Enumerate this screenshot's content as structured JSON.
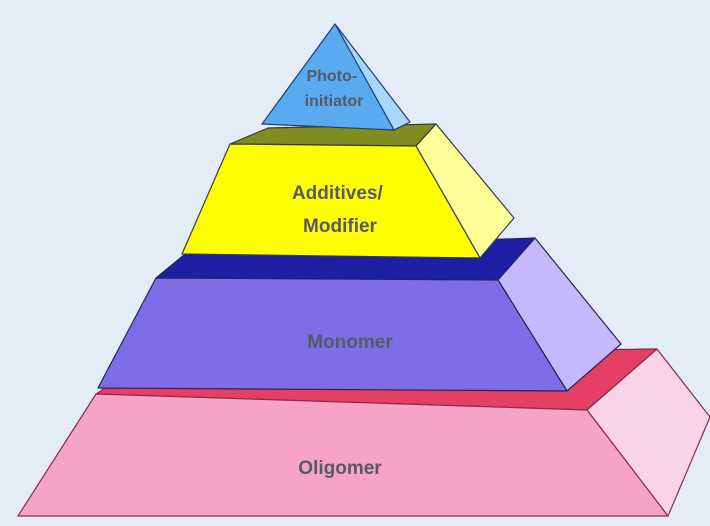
{
  "layers": [
    {
      "label_lines": [
        "Photo-",
        "initiator"
      ],
      "colors": {
        "front": "#5aaaf0",
        "side": "#a9d6fb",
        "top": "#5aaaf0",
        "edge": "#1d3f7a"
      }
    },
    {
      "label_lines": [
        "Additives/",
        "Modifier"
      ],
      "colors": {
        "front": "#ffff00",
        "side": "#ffff99",
        "top": "#7f8c1f",
        "edge": "#3a3a3a"
      }
    },
    {
      "label_lines": [
        "Monomer"
      ],
      "colors": {
        "front": "#7f6de8",
        "side": "#c6b8fc",
        "top": "#1f1fa3",
        "edge": "#23235a"
      }
    },
    {
      "label_lines": [
        "Oligomer"
      ],
      "colors": {
        "front": "#f7a3c5",
        "side": "#fbd3e6",
        "top": "#e63f66",
        "edge": "#8a2a4a"
      }
    }
  ],
  "background_color": "#e3ecf7"
}
